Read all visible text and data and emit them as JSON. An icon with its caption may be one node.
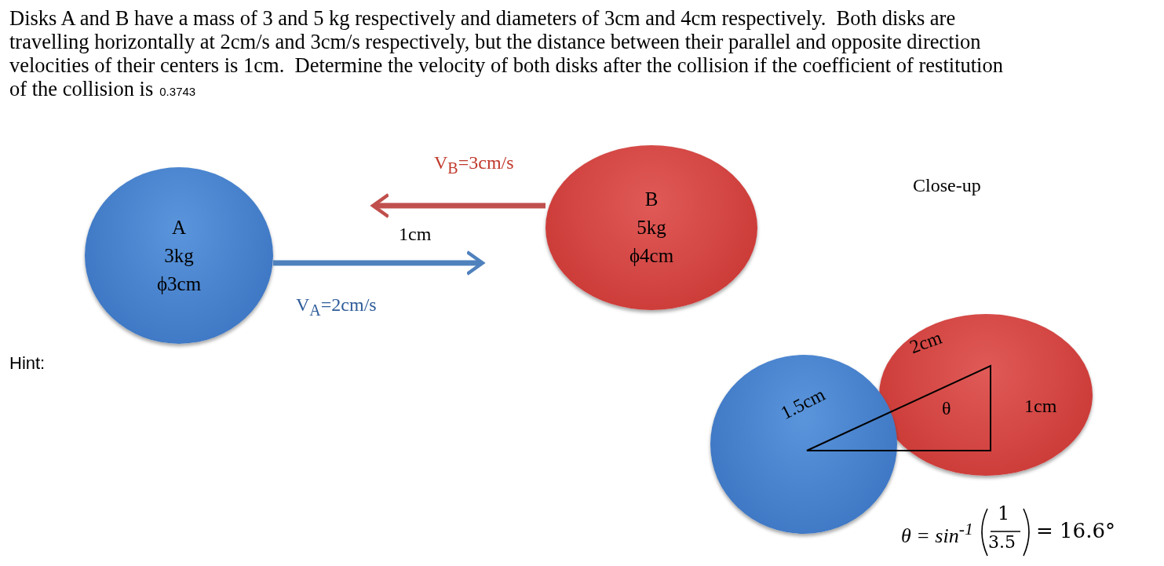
{
  "diagram": {
    "nodes": [
      {
        "text": [
          "A",
          "3kg",
          "ϕ3cm"
        ]
      },
      {
        "text": [
          "B",
          "5kg",
          "ϕ4cm"
        ]
      },
      {
        "text": [],
        "shape": "circle"
      },
      {
        "text": [],
        "shape": "circle"
      }
    ],
    "edges": [],
    "labels": [
      "Disks A and B have a mass of 3 and 5 kg respectively and diameters of 3cm and 4cm respectively.  Both disks are travelling horizontally at 2cm/s and 3cm/s respectively, but the distance between their parallel and opposite direction velocities of their centers is 1cm.  Determine the velocity of both disks after the collision if the coefficient of restitution of the collision is",
      "0.3743",
      "V$_{B}$=3cm/s",
      "Close-up",
      "1cm",
      "V$_{A}$=2cm/s",
      "Hint:",
      "2cm",
      "1.5cm",
      "θ",
      "1cm",
      "θ = sin$^{-1}$",
      "1",
      "3.5",
      "= 16.6°"
    ]
  }
}
